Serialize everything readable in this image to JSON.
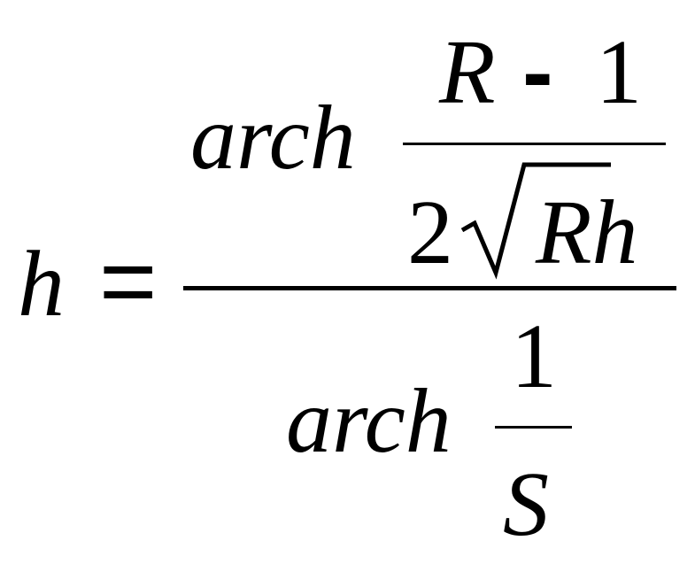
{
  "formula": {
    "lhs": "h",
    "equals": "=",
    "numerator": {
      "func": "arch",
      "frac_top": {
        "var": "R",
        "minus": "-",
        "one": "1"
      },
      "frac_bottom": {
        "coef": "2",
        "radicand": "Rh"
      }
    },
    "denominator": {
      "func": "arch",
      "frac_top": "1",
      "frac_bottom": "S"
    }
  }
}
